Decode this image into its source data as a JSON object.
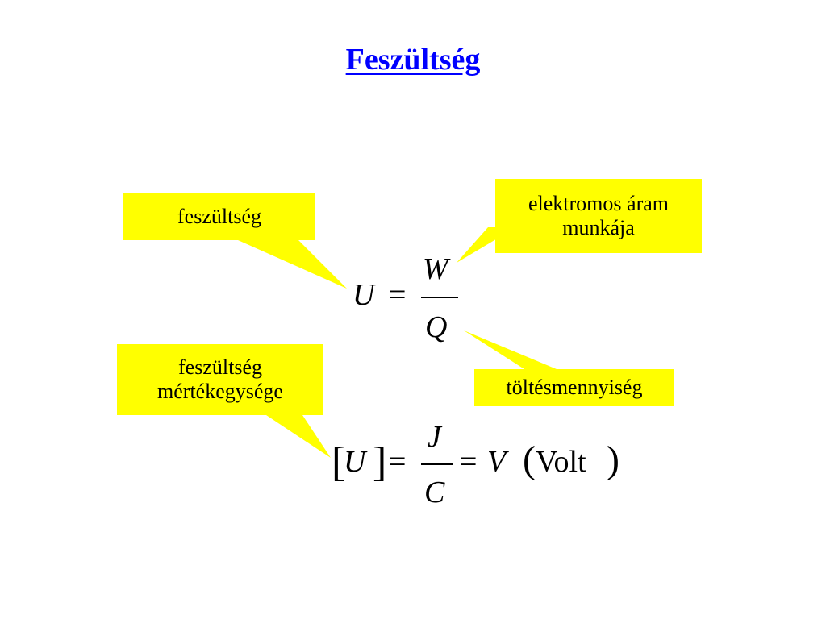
{
  "title": "Feszültség",
  "callouts": {
    "voltage": "feszültség",
    "work": {
      "line1": "elektromos áram",
      "line2": "munkája"
    },
    "unit": {
      "line1": "feszültség",
      "line2": "mértékegysége"
    },
    "charge": "töltésmennyiség"
  },
  "formula1": {
    "lhs": "U",
    "eq": "=",
    "num": "W",
    "den": "Q"
  },
  "formula2": {
    "lbracket": "[",
    "var": "U",
    "rbracket": "]",
    "eq1": "=",
    "num": "J",
    "den": "C",
    "eq2": "=",
    "unit": "V",
    "lparen": "(",
    "unit_name": "Volt",
    "rparen": ")"
  },
  "colors": {
    "title": "#0000ff",
    "callout_fill": "#ffff00"
  }
}
